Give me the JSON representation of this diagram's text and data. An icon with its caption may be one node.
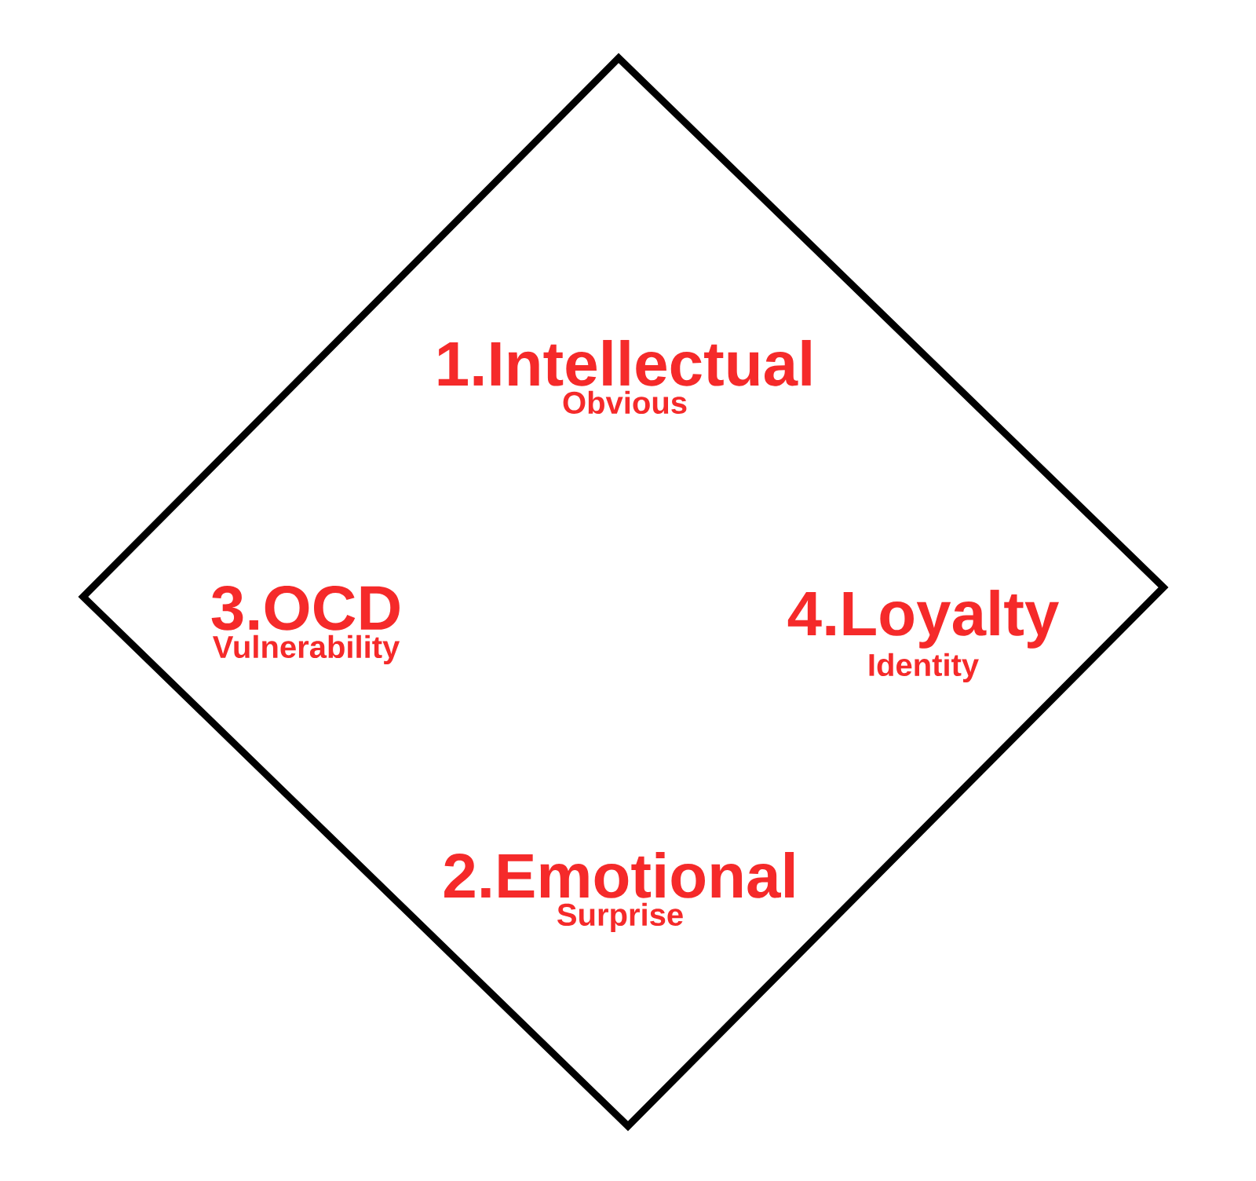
{
  "diagram": {
    "nodes": [
      {
        "text": [],
        "shape": "diamond"
      },
      {
        "text": [
          "1.Intellectual",
          "Obvious"
        ],
        "in": 0
      },
      {
        "text": [
          "3.OCD",
          "Vulnerability"
        ],
        "in": 0
      },
      {
        "text": [
          "4.Loyalty",
          "Identity"
        ],
        "in": 0
      },
      {
        "text": [
          "2.Emotional",
          "Surprise"
        ],
        "in": 0
      }
    ]
  }
}
